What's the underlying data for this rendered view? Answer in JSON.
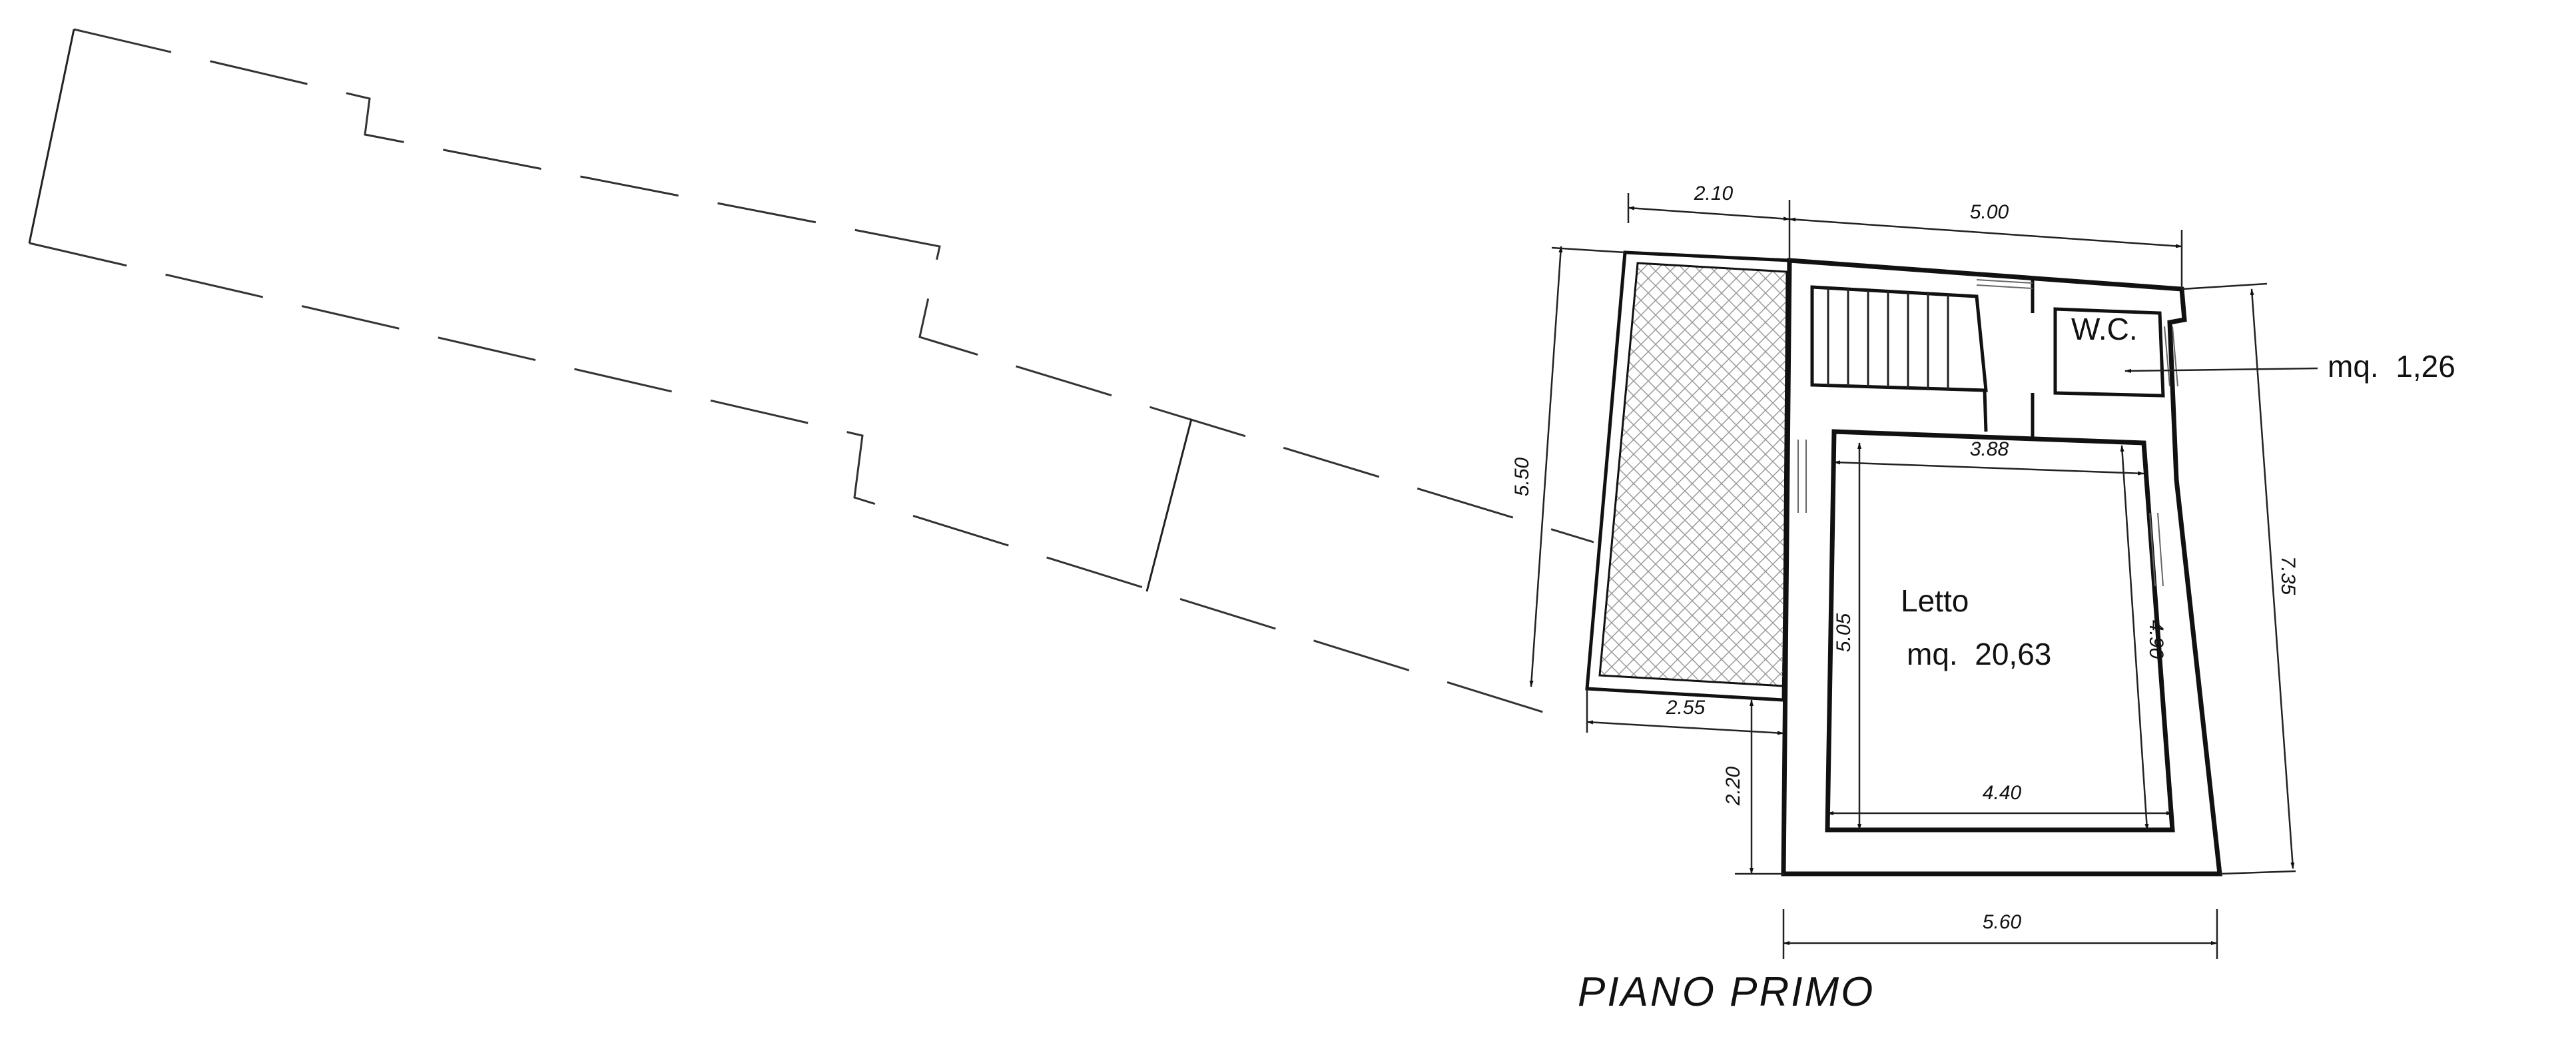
{
  "title": "PIANO PRIMO",
  "rooms": {
    "wc_label": "W.C.",
    "wc_area": "mq.  1,26",
    "letto_label": "Letto",
    "letto_area": "mq.  20,63"
  },
  "dimensions": {
    "d210": "2.10",
    "d500": "5.00",
    "d550": "5.50",
    "d388": "3.88",
    "d505": "5.05",
    "d490": "4.90",
    "d735": "7.35",
    "d440": "4.40",
    "d255": "2.55",
    "d220": "2.20",
    "d560": "5.60"
  },
  "colors": {
    "ink": "#111111",
    "paper": "#ffffff"
  }
}
